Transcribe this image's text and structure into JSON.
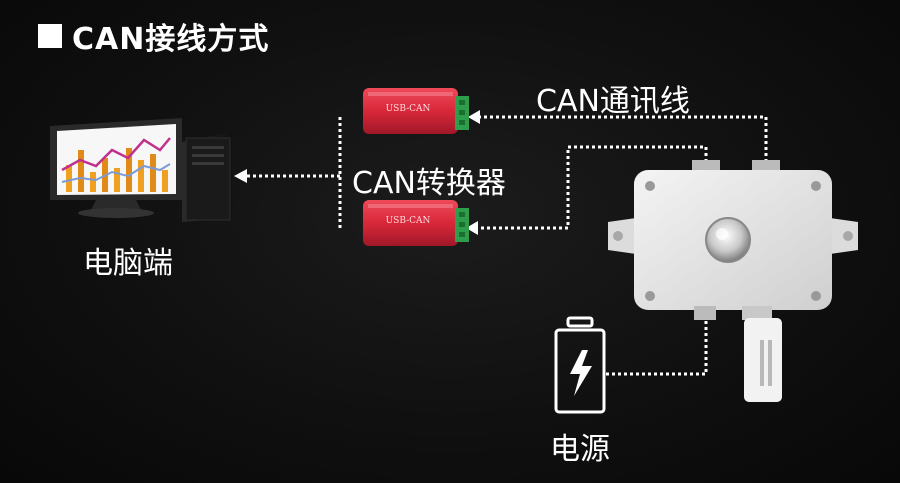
{
  "title": "CAN接线方式",
  "labels": {
    "can_line": "CAN通讯线",
    "converter": "CAN转换器",
    "computer": "电脑端",
    "power": "电源"
  },
  "converter_text": "USB-CAN",
  "colors": {
    "background": "#0c0c0c",
    "text": "#ffffff",
    "converter_body": "#d8283a",
    "terminal": "#2e9e4a",
    "chart_bar": "#f0a020",
    "chart_line": "#c0308c",
    "enclosure": "#e8e8e8"
  },
  "icons": [
    "computer-icon",
    "usb-can-converter-icon",
    "sensor-device-icon",
    "battery-icon",
    "lightning-icon"
  ]
}
